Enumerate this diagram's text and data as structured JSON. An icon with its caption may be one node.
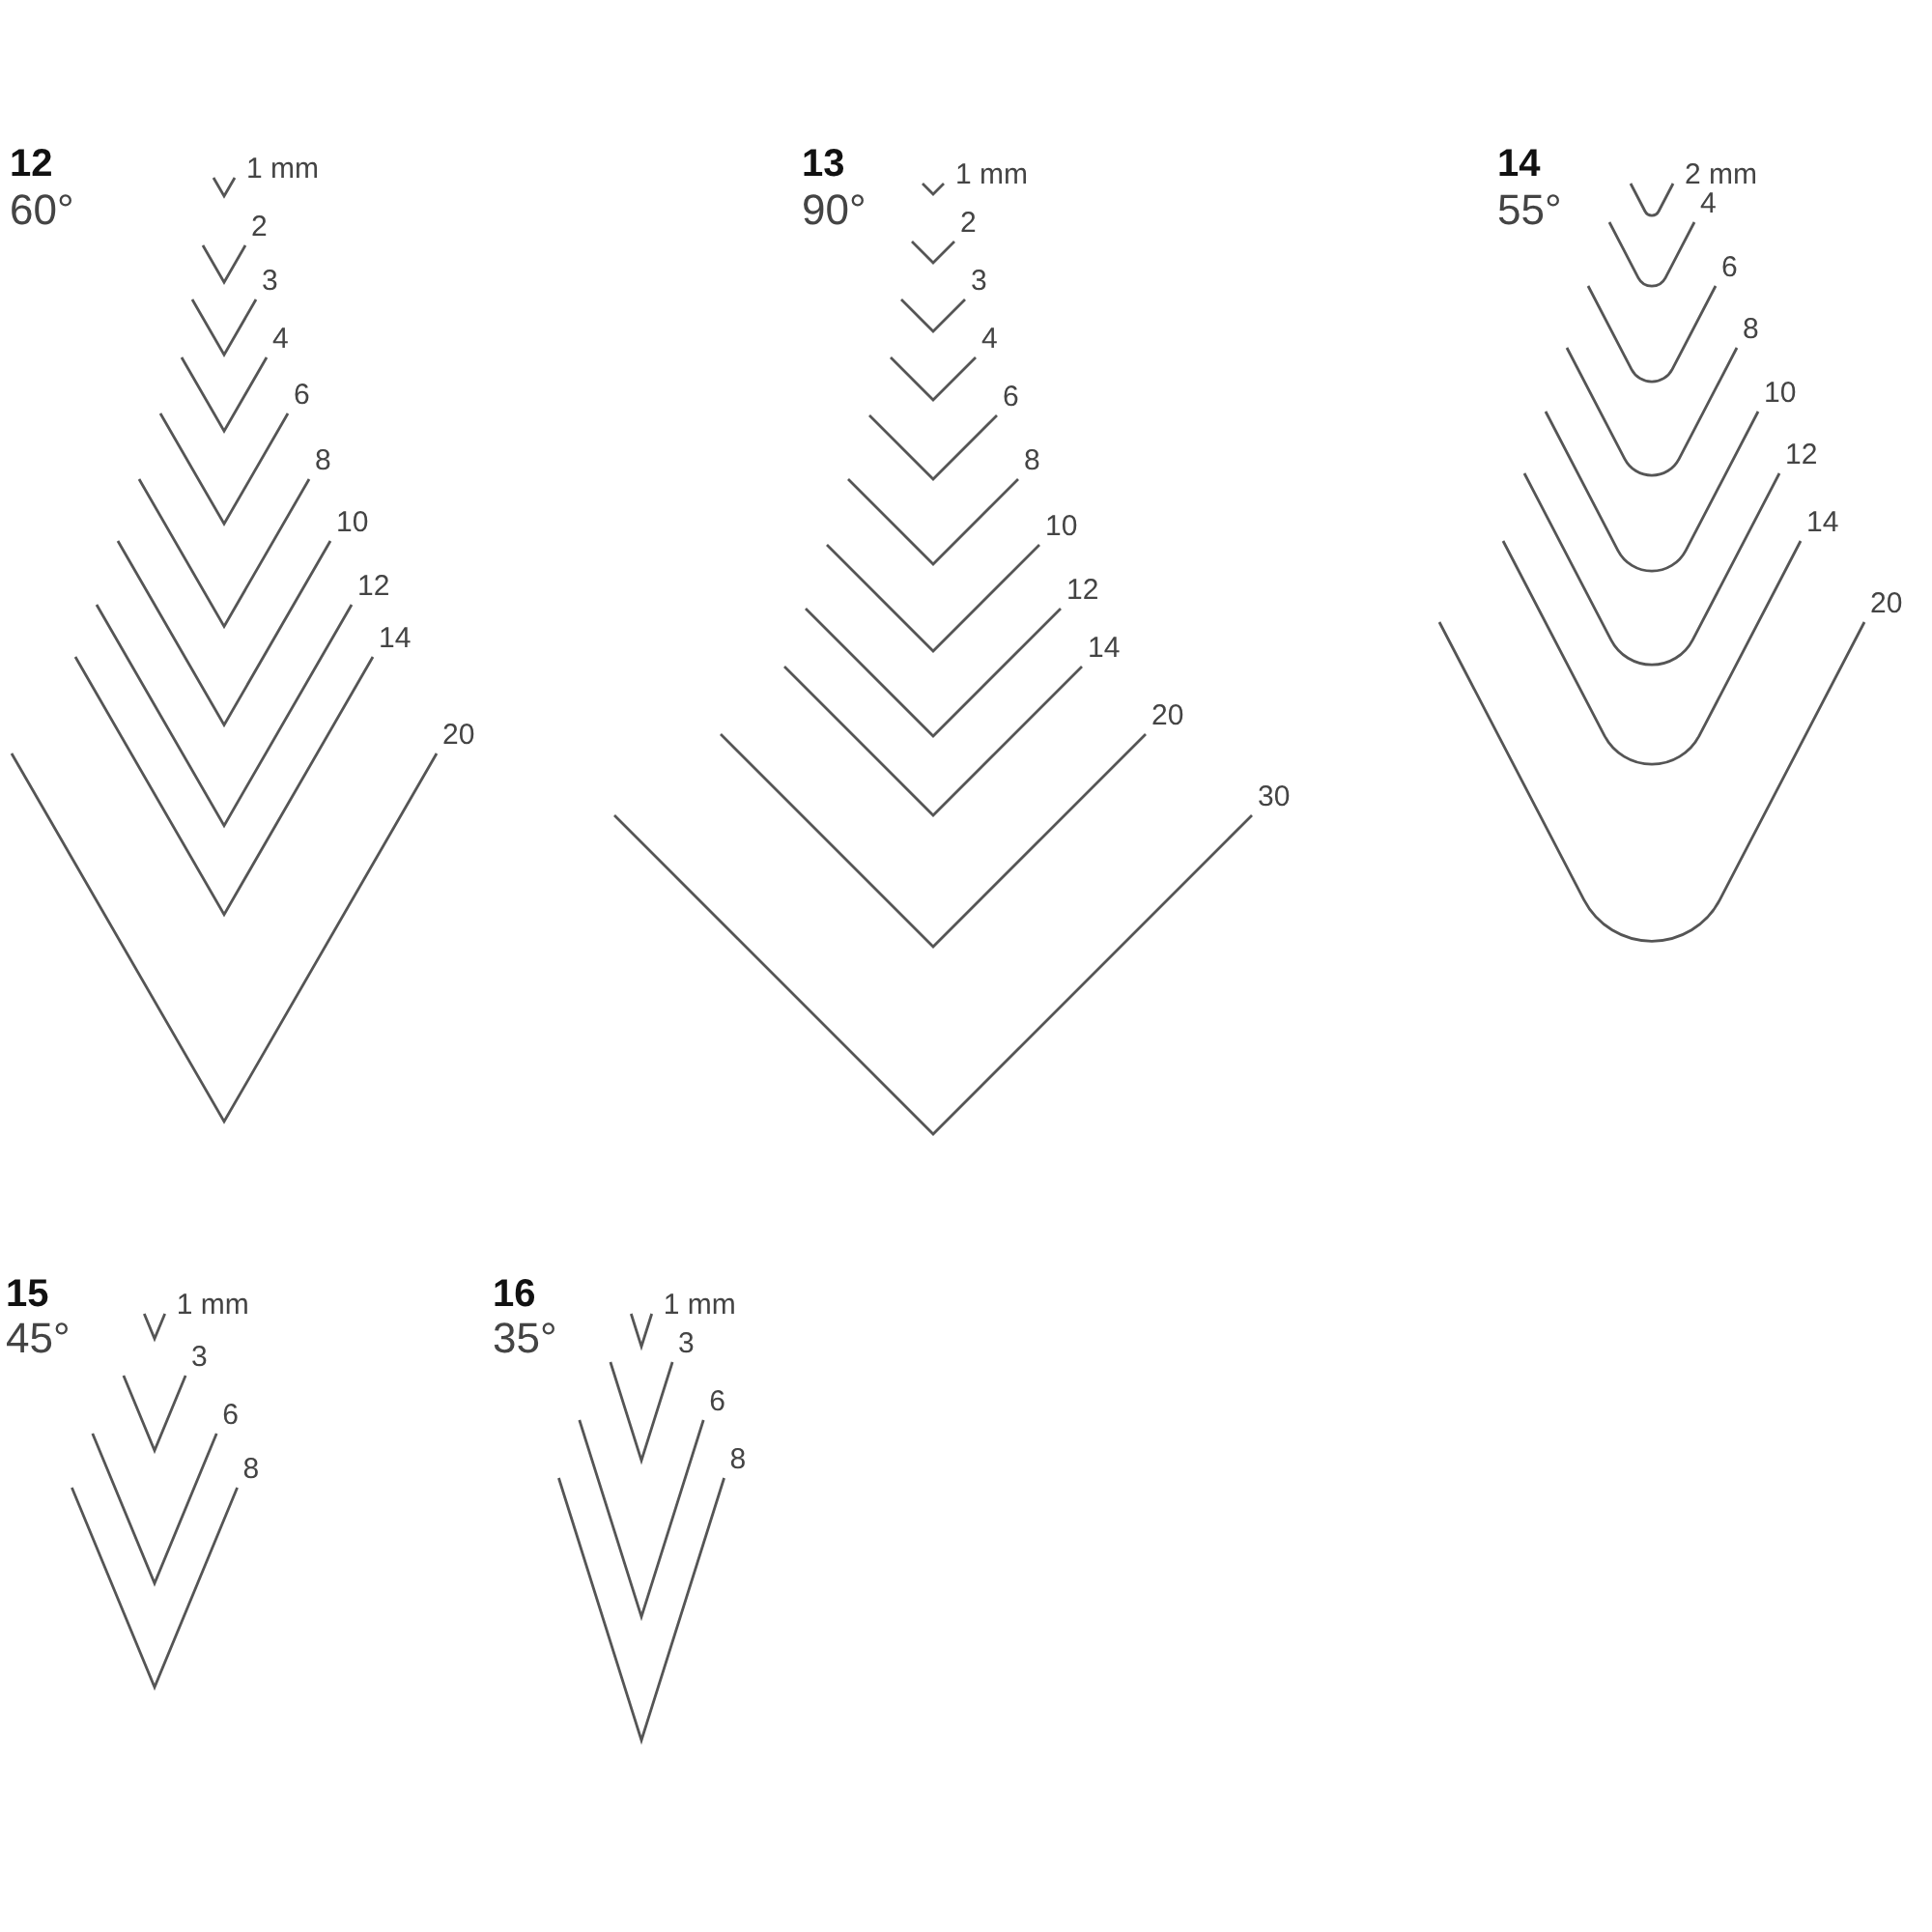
{
  "diagram": {
    "labels": [
      "12",
      "60°",
      "1 mm",
      "2",
      "3",
      "4",
      "6",
      "8",
      "10",
      "12",
      "14",
      "20",
      "13",
      "90°",
      "1 mm",
      "2",
      "3",
      "4",
      "6",
      "8",
      "10",
      "12",
      "14",
      "20",
      "30",
      "14",
      "55°",
      "2 mm",
      "4",
      "6",
      "8",
      "10",
      "12",
      "14",
      "20",
      "15",
      "45°",
      "1 mm",
      "3",
      "6",
      "8",
      "16",
      "35°",
      "1 mm",
      "3",
      "6",
      "8"
    ]
  }
}
